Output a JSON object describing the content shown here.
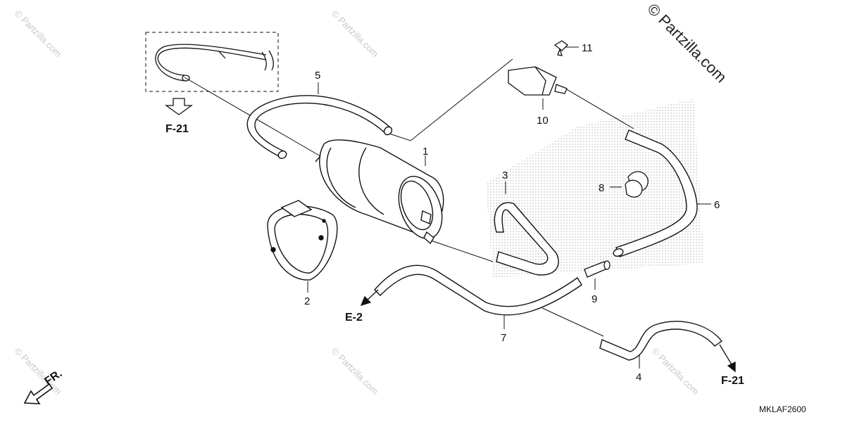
{
  "copyright": "© Partzilla.com",
  "watermark": "© Partzilla.com",
  "diagram_code": "MKLAF2600",
  "front_marker": "FR.",
  "references": {
    "top_left": "F-21",
    "left": "E-2",
    "bottom_right": "F-21"
  },
  "parts": [
    {
      "number": "1"
    },
    {
      "number": "2"
    },
    {
      "number": "3"
    },
    {
      "number": "4"
    },
    {
      "number": "5"
    },
    {
      "number": "6"
    },
    {
      "number": "7"
    },
    {
      "number": "8"
    },
    {
      "number": "9"
    },
    {
      "number": "10"
    },
    {
      "number": "11"
    }
  ]
}
